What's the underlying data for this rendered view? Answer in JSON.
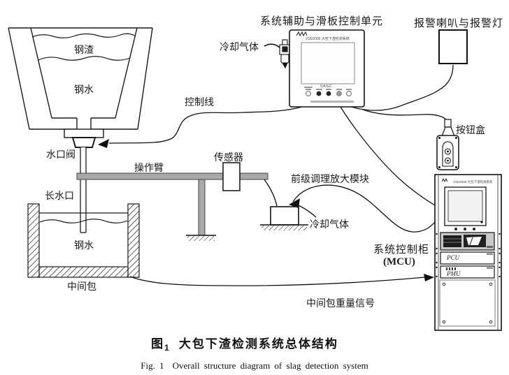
{
  "labels": {
    "aux_unit": "系统辅助与滑板控制单元",
    "alarm": "报警喇叭与报警灯",
    "cooling_gas_top": "冷却气体",
    "control_line": "控制线",
    "steel_slag": "钢渣",
    "steel_water_ladle": "钢水",
    "nozzle_valve": "水口阀",
    "operating_arm": "操作臂",
    "sensor": "传感器",
    "button_box": "按钮盒",
    "preamp_module": "前级调理放大模块",
    "long_nozzle": "长水口",
    "steel_water_tundish": "钢水",
    "cooling_gas_bottom": "冷却气体",
    "cabinet_name": "系统控制柜",
    "cabinet_mcu": "(MCU)",
    "weight_signal": "中间包重量信号",
    "tundish": "中间包"
  },
  "devices": {
    "panel_title": "VSD2000 大包下渣检测系统",
    "panel_screen_tag": "SASC",
    "cabinet_title": "VSD2000 大包下渣检测系统",
    "rack_pcu": "PCU",
    "rack_pmu": "PMU"
  },
  "caption": {
    "fig_zh_prefix": "图",
    "fig_zh_sub": "1",
    "fig_zh_title": "大包下渣检测系统总体结构",
    "fig_en_prefix": "Fig. 1",
    "fig_en_title": "Overall structure diagram of slag detection system"
  },
  "colors": {
    "line": "#1a1a1a",
    "metal_gray": "#a9a9a9",
    "rack_gray": "#c9c9c9",
    "dark_module": "#1c1c1c"
  }
}
